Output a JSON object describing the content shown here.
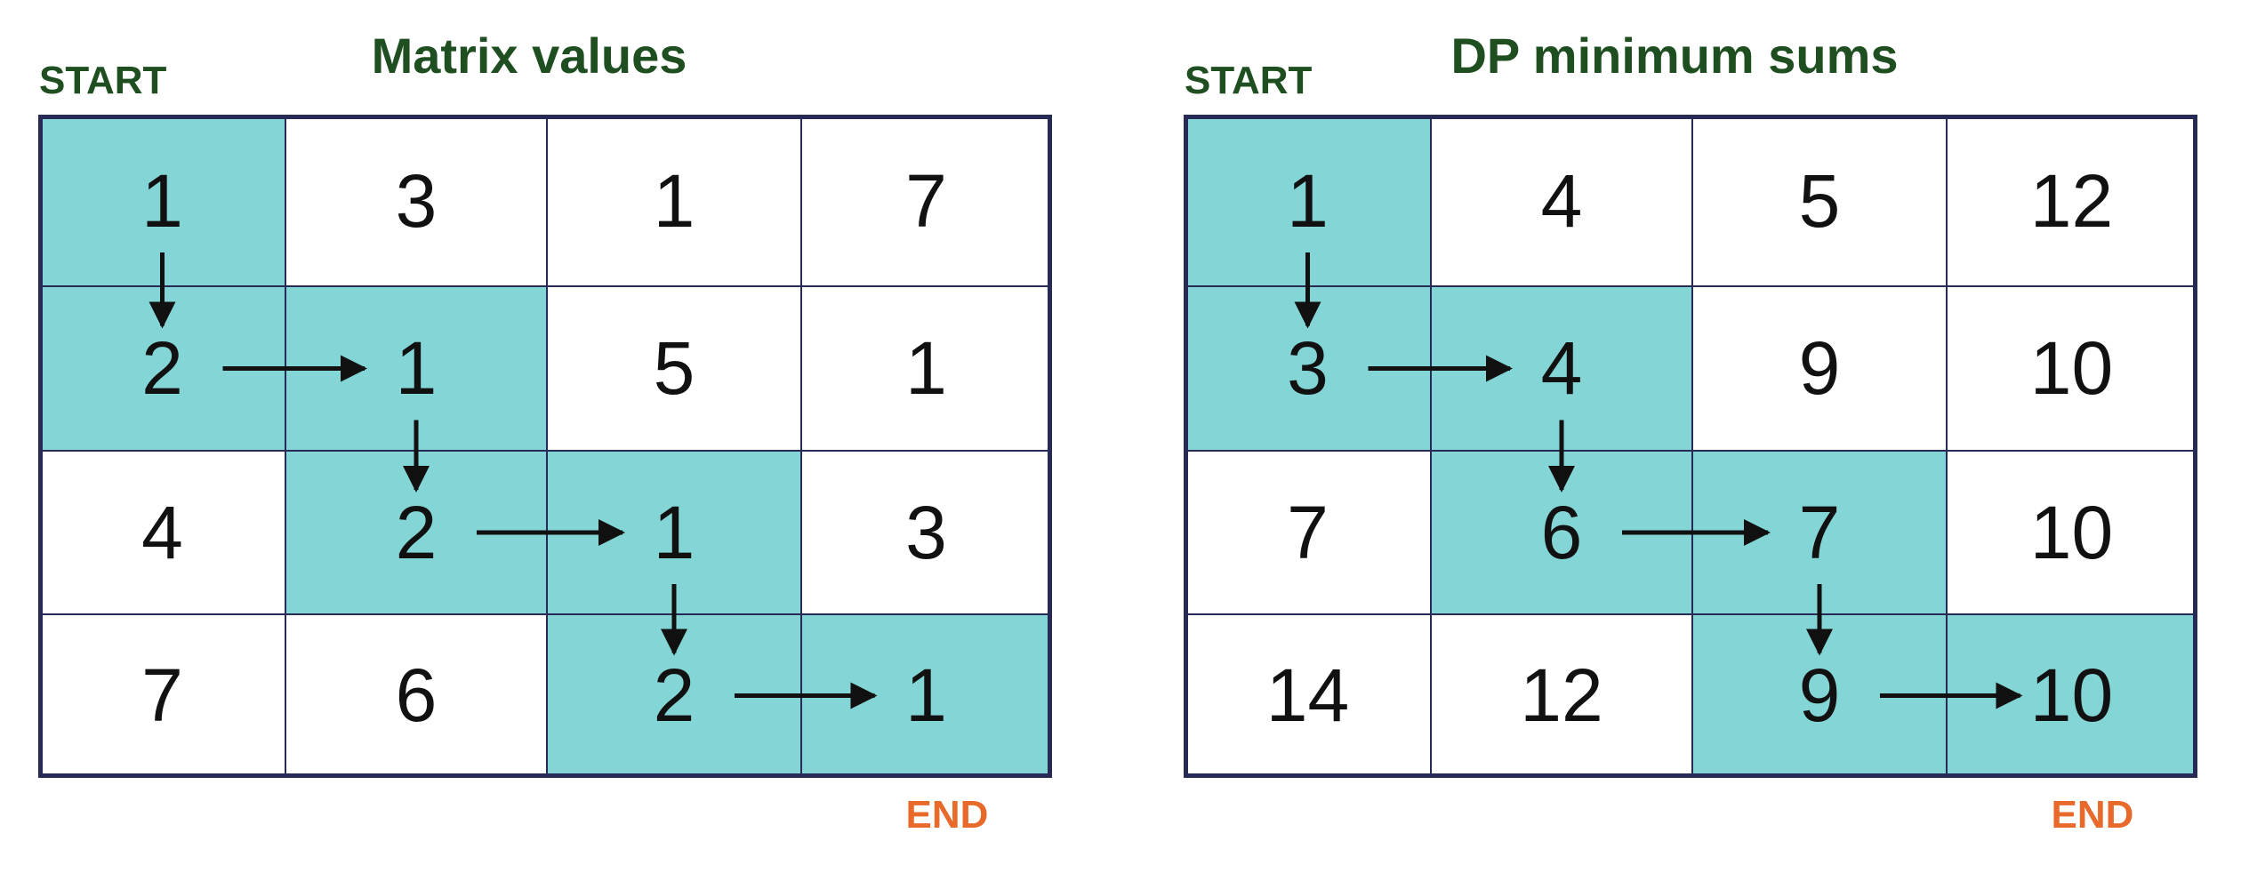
{
  "panels": [
    {
      "title": "Matrix values",
      "start_label": "START",
      "end_label": "END",
      "cells": [
        [
          "1",
          "3",
          "1",
          "7"
        ],
        [
          "2",
          "1",
          "5",
          "1"
        ],
        [
          "4",
          "2",
          "1",
          "3"
        ],
        [
          "7",
          "6",
          "2",
          "1"
        ]
      ]
    },
    {
      "title": "DP minimum sums",
      "start_label": "START",
      "end_label": "END",
      "cells": [
        [
          "1",
          "4",
          "5",
          "12"
        ],
        [
          "3",
          "4",
          "9",
          "10"
        ],
        [
          "7",
          "6",
          "7",
          "10"
        ],
        [
          "14",
          "12",
          "9",
          "10"
        ]
      ]
    }
  ],
  "path": [
    [
      0,
      0
    ],
    [
      1,
      0
    ],
    [
      1,
      1
    ],
    [
      2,
      1
    ],
    [
      2,
      2
    ],
    [
      3,
      2
    ],
    [
      3,
      3
    ]
  ],
  "colors": {
    "path_fill": "#84d6d6",
    "grid_line": "#262a55",
    "title": "#1f4f20",
    "start": "#1f4f20",
    "end": "#e86a2a",
    "arrow": "#111111"
  }
}
